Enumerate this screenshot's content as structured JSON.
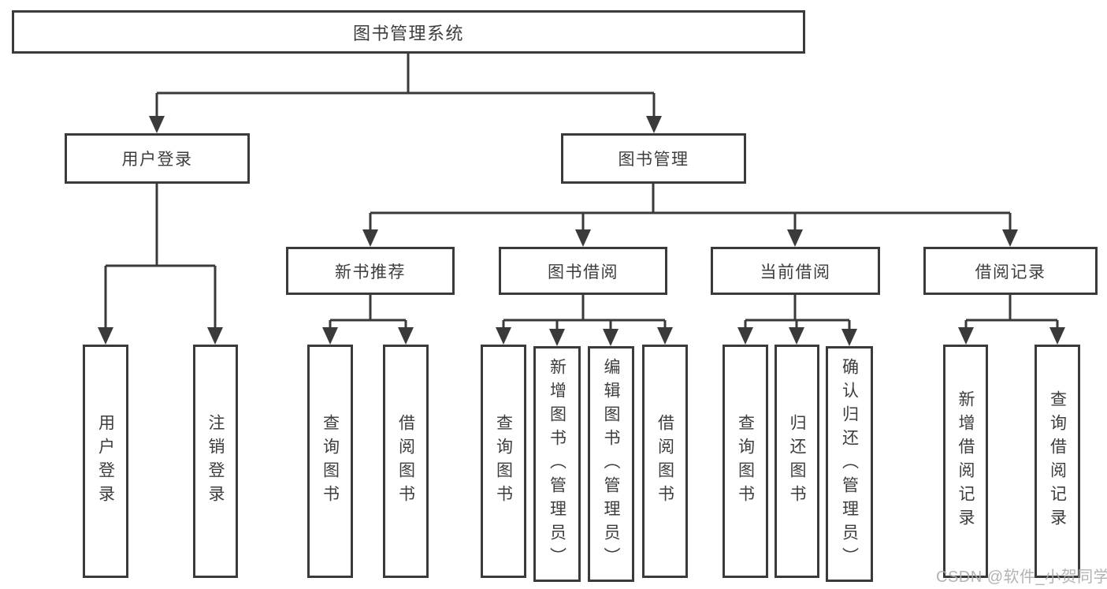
{
  "diagram": {
    "root": {
      "label": "图书管理系统"
    },
    "level2": {
      "user_login": {
        "label": "用户登录"
      },
      "book_mgmt": {
        "label": "图书管理"
      }
    },
    "level3": {
      "new_book": {
        "label": "新书推荐"
      },
      "book_borrow": {
        "label": "图书借阅"
      },
      "current_borrow": {
        "label": "当前借阅"
      },
      "borrow_record": {
        "label": "借阅记录"
      }
    },
    "leaves": {
      "user_login": {
        "label": "用户登录"
      },
      "logout": {
        "label": "注销登录"
      },
      "nb_query": {
        "label": "查询图书"
      },
      "nb_borrow": {
        "label": "借阅图书"
      },
      "bb_query": {
        "label": "查询图书"
      },
      "bb_add": {
        "label": "新增图书（管理员）"
      },
      "bb_edit": {
        "label": "编辑图书（管理员）"
      },
      "bb_borrow": {
        "label": "借阅图书"
      },
      "cb_query": {
        "label": "查询图书"
      },
      "cb_return": {
        "label": "归还图书"
      },
      "cb_confirm": {
        "label": "确认归还（管理员）"
      },
      "br_add": {
        "label": "新增借阅记录"
      },
      "br_query": {
        "label": "查询借阅记录"
      }
    },
    "watermark": "CSDN @软件_小贺同学",
    "colors": {
      "line": "#3a3a3a",
      "text": "#3d3d3d",
      "watermark": "#ababab",
      "background": "#ffffff"
    }
  }
}
